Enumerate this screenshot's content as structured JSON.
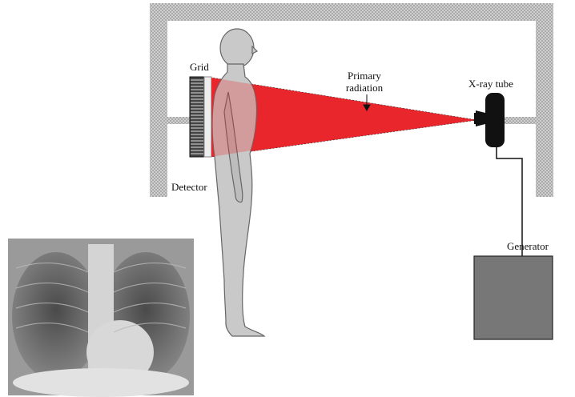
{
  "labels": {
    "grid": "Grid",
    "detector": "Detector",
    "primary_line1": "Primary",
    "primary_line2": "radiation",
    "xray_tube": "X-ray tube",
    "generator": "Generator"
  },
  "colors": {
    "wall": "#b5b5b5",
    "beam": "#e8262b",
    "body": "#c9c9c9",
    "generator_box": "#777777",
    "tube": "#111111"
  },
  "icons": {
    "arrow": "down-arrow"
  }
}
